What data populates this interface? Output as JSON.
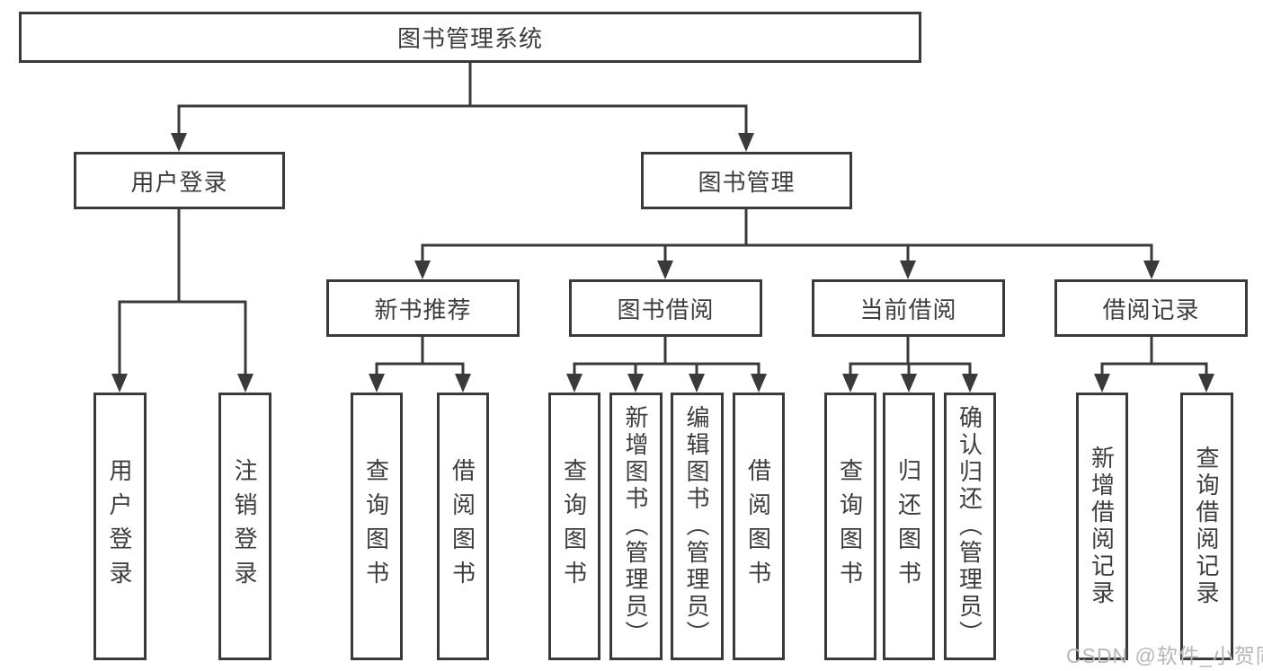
{
  "diagram_title": "图书管理系统",
  "colors": {
    "line": "#3a3a3a",
    "text": "#3d3d3d",
    "background": "#ffffff",
    "watermark": "#b7b7b7"
  },
  "tree": {
    "root": {
      "label": "图书管理系统",
      "children": [
        {
          "label": "用户登录",
          "leaves": [
            "用户登录",
            "注销登录"
          ]
        },
        {
          "label": "图书管理",
          "children": [
            {
              "label": "新书推荐",
              "leaves": [
                "查询图书",
                "借阅图书"
              ]
            },
            {
              "label": "图书借阅",
              "leaves": [
                "查询图书",
                "新增图书（管理员）",
                "编辑图书（管理员）",
                "借阅图书"
              ]
            },
            {
              "label": "当前借阅",
              "leaves": [
                "查询图书",
                "归还图书",
                "确认归还（管理员）"
              ]
            },
            {
              "label": "借阅记录",
              "leaves": [
                "新增借阅记录",
                "查询借阅记录"
              ]
            }
          ]
        }
      ]
    }
  },
  "watermark": "CSDN @软件_小贺同学"
}
